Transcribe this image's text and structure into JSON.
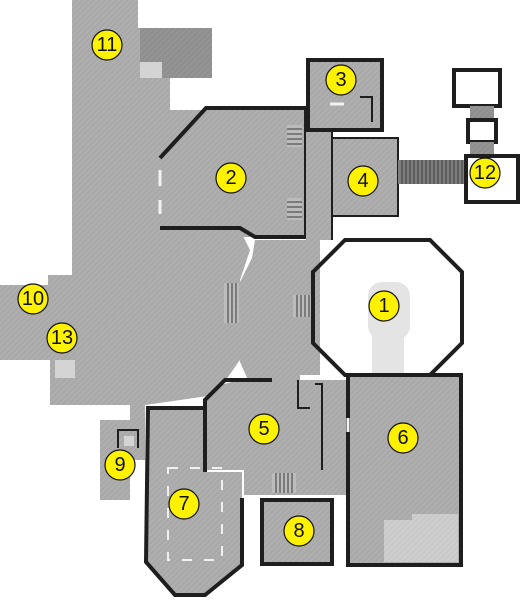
{
  "map": {
    "markers": [
      {
        "id": "marker-1",
        "label": "1"
      },
      {
        "id": "marker-2",
        "label": "2"
      },
      {
        "id": "marker-3",
        "label": "3"
      },
      {
        "id": "marker-4",
        "label": "4"
      },
      {
        "id": "marker-5",
        "label": "5"
      },
      {
        "id": "marker-6",
        "label": "6"
      },
      {
        "id": "marker-7",
        "label": "7"
      },
      {
        "id": "marker-8",
        "label": "8"
      },
      {
        "id": "marker-9",
        "label": "9"
      },
      {
        "id": "marker-10",
        "label": "10"
      },
      {
        "id": "marker-11",
        "label": "11"
      },
      {
        "id": "marker-12",
        "label": "12"
      },
      {
        "id": "marker-13",
        "label": "13"
      }
    ],
    "colors": {
      "floor": "#a9a9a9",
      "floor_light": "#c8c8c8",
      "wall": "#1e1e1e",
      "marker_fill": "#fff200",
      "marker_stroke": "#111111"
    }
  }
}
